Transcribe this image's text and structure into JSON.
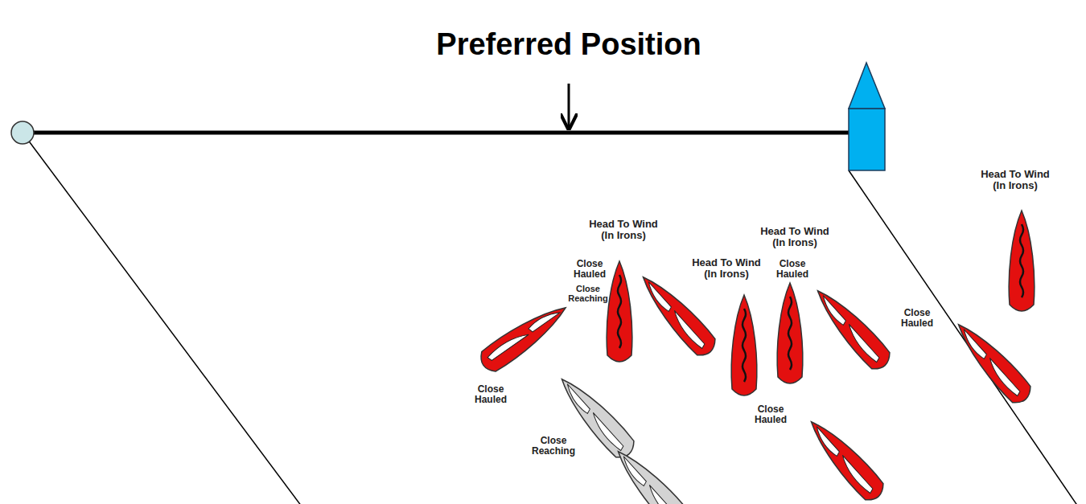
{
  "diagram": {
    "title": "Preferred Position",
    "labels": [
      "Head To Wind (In Irons)",
      "Close Hauled",
      "Close Reaching",
      "Head To Wind (In Irons)",
      "Head To Wind (In Irons)",
      "Close Hauled",
      "Head To Wind (In Irons)",
      "Close Hauled",
      "Close Hauled",
      "Close Reaching",
      "Close Hauled"
    ]
  }
}
